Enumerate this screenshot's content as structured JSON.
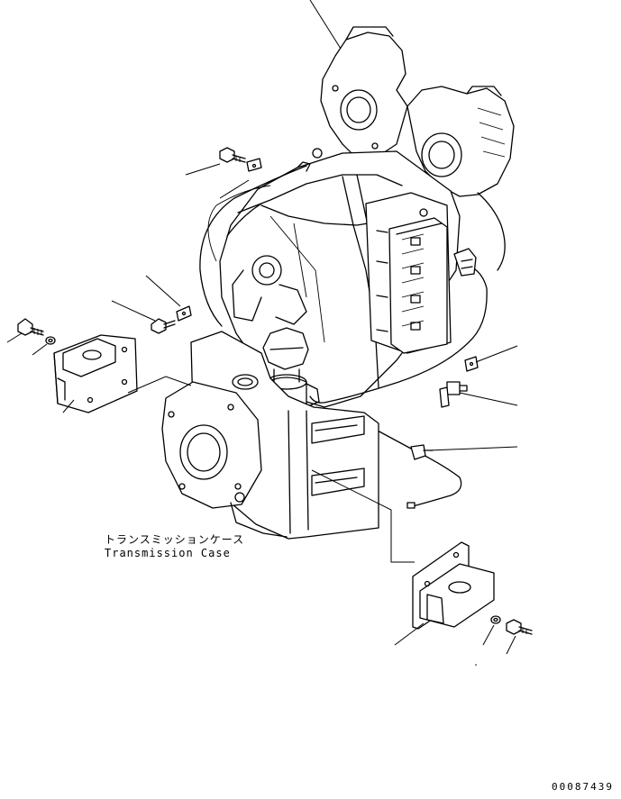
{
  "caption": {
    "japanese": "トランスミッションケース",
    "english": "Transmission Case"
  },
  "drawing_number": "00087439"
}
